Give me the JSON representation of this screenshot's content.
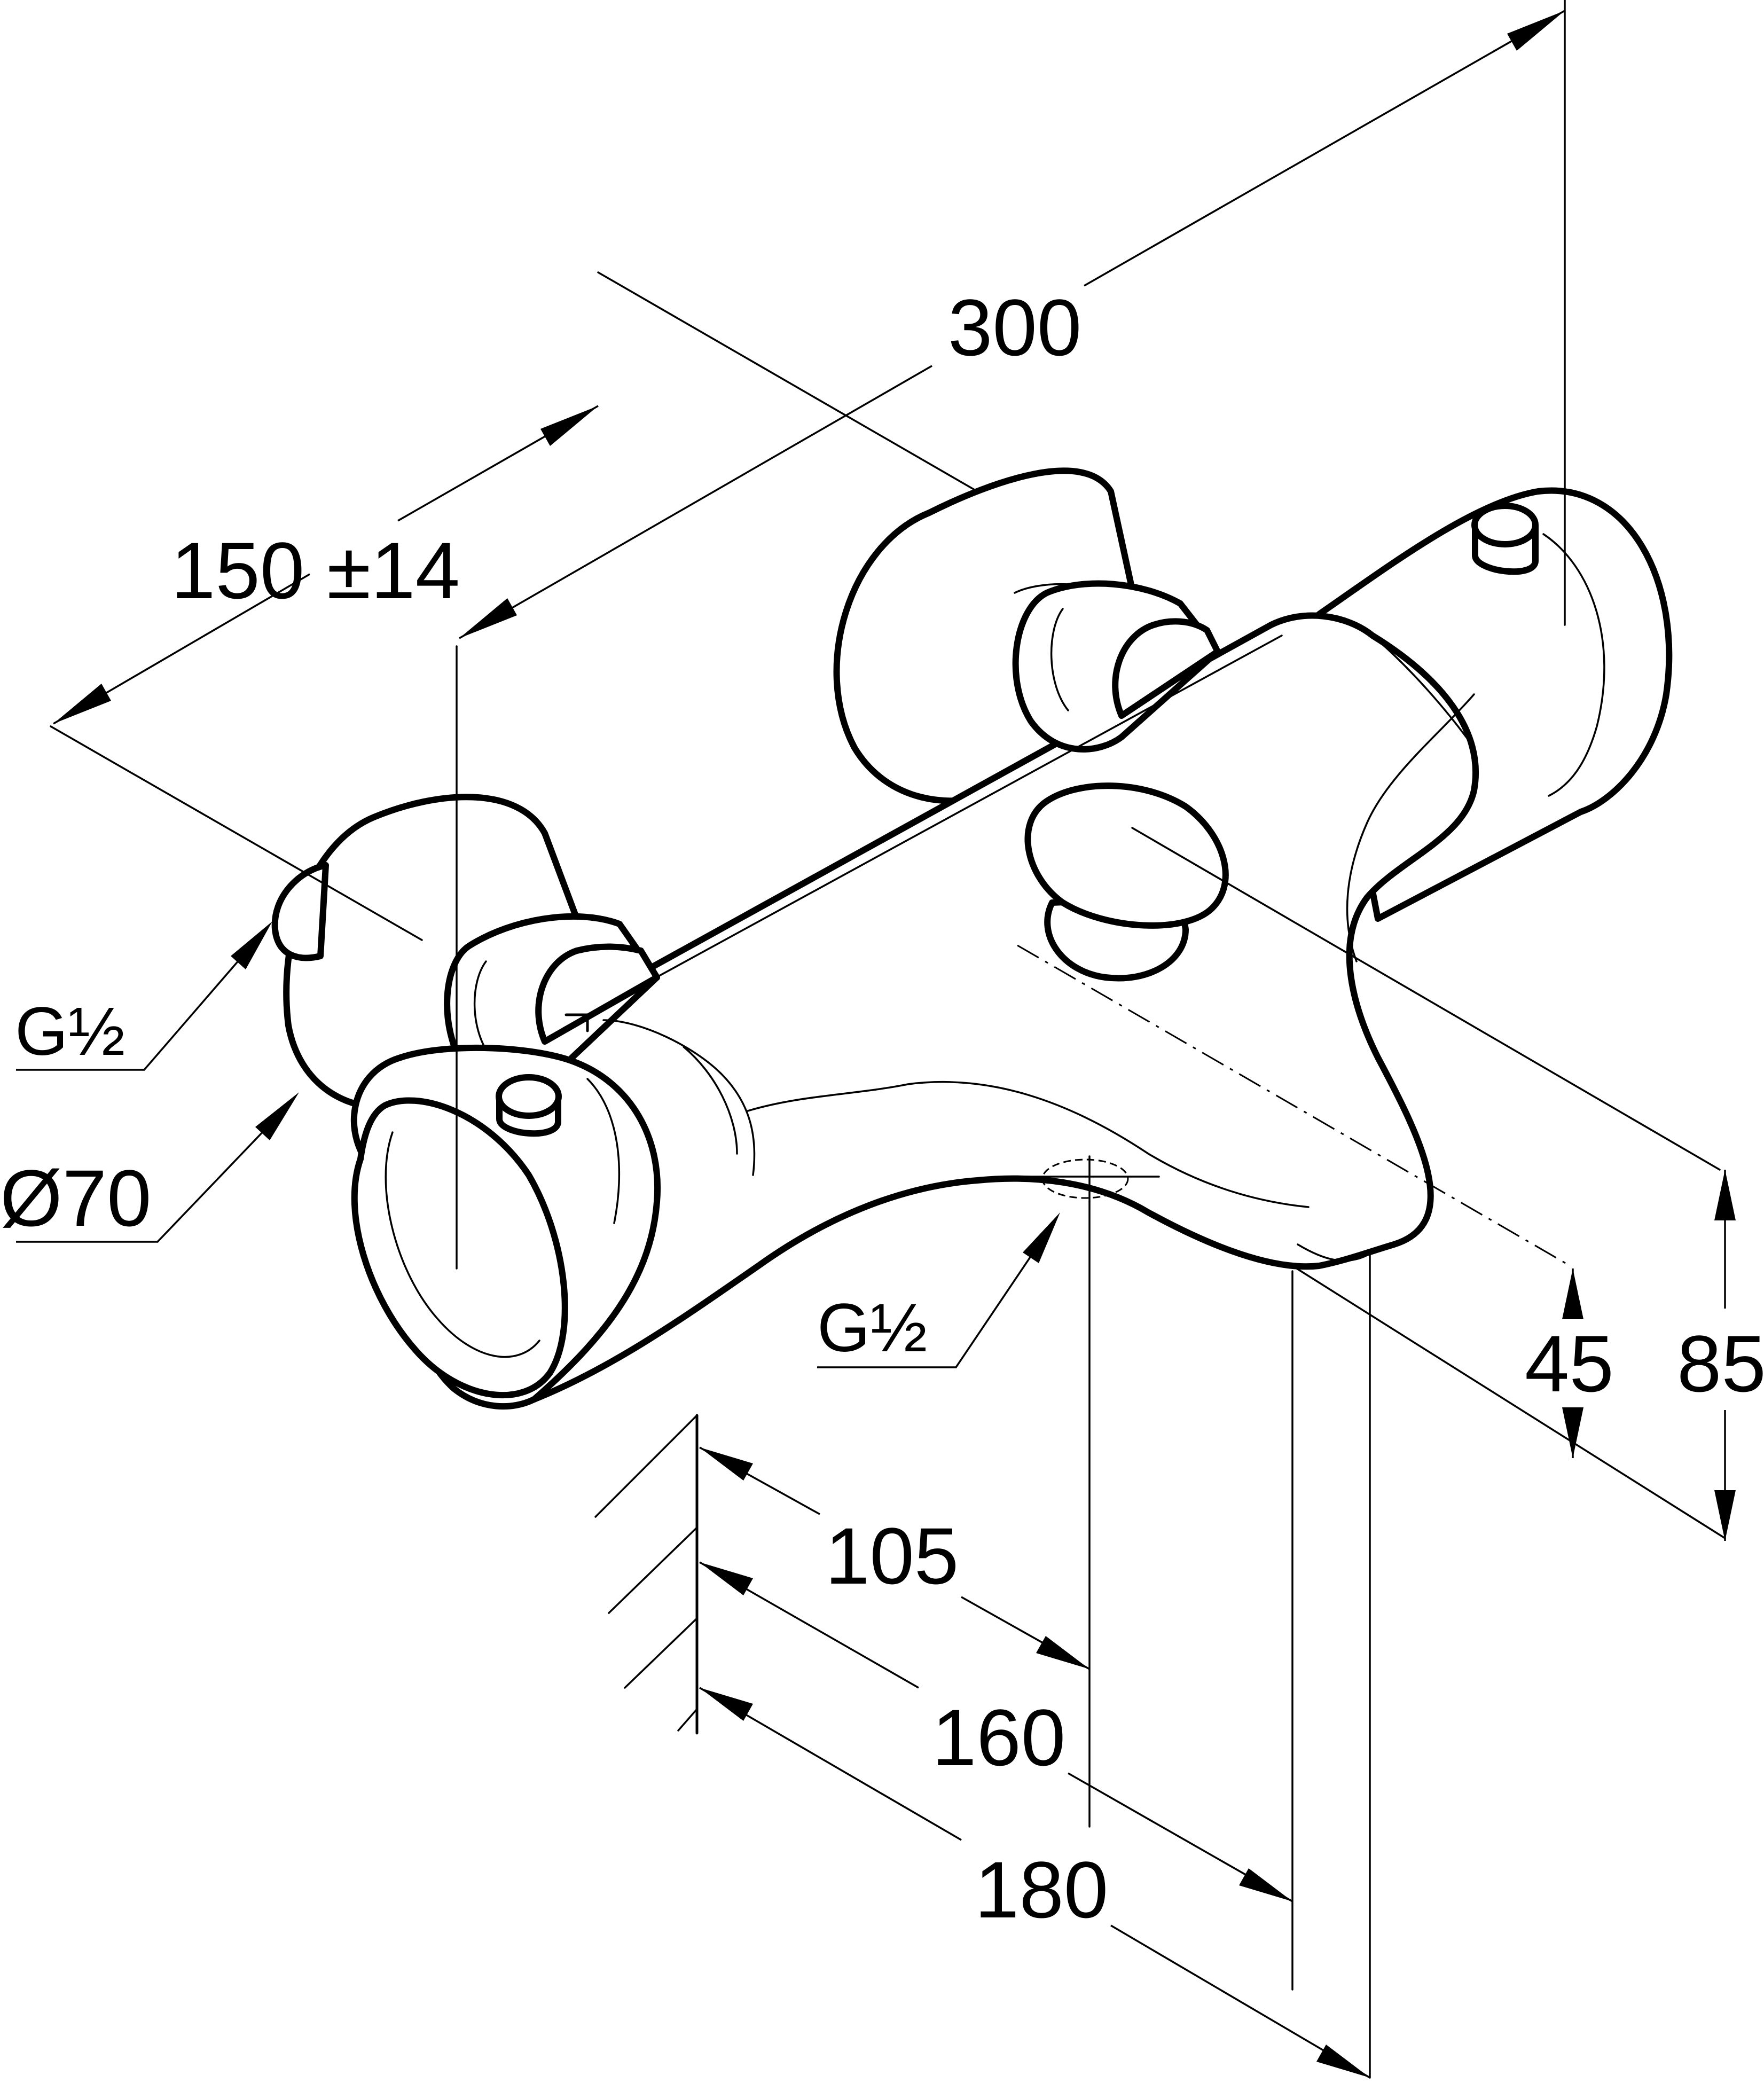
{
  "dimensions": {
    "length_total": "300",
    "connection_spacing": "150 ±14",
    "inlet_thread": "G½",
    "escutcheon_diameter": "Ø70",
    "outlet_thread": "G½",
    "outlet_projection": "105",
    "depth_front": "160",
    "depth_total": "180",
    "outlet_height": "45",
    "height_total": "85"
  },
  "colors": {
    "line": "#000000",
    "background": "#ffffff"
  }
}
